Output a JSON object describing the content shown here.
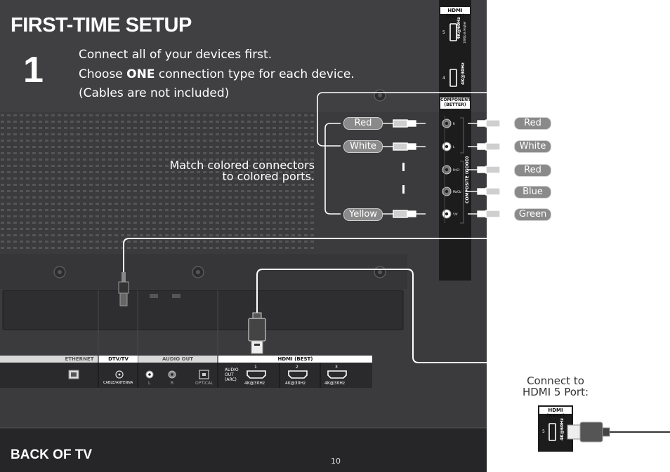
{
  "title": "FIRST-TIME SETUP",
  "step": "1",
  "instructions": {
    "line1": "Connect all of your devices first.",
    "line2_pre": "Choose ",
    "line2_bold": "ONE",
    "line2_post": " connection type for each device.",
    "line3": "(Cables are not included)"
  },
  "match_text": {
    "line1": "Match colored connectors",
    "line2": "to colored ports."
  },
  "back_label": "BACK OF TV",
  "page_number": "10",
  "connect_text": {
    "line1": "Connect to",
    "line2": "HDMI 5 Port:"
  },
  "side_panel": {
    "hdmi_header": "HDMI (BEST)",
    "port5_num": "5",
    "port5_res": "4K@60Hz",
    "port5_sub": "1080p & Higher",
    "port4_num": "4",
    "port4_res": "4K@30Hz",
    "component_header1": "COMPONENT",
    "component_header2": "(BETTER)",
    "composite_label": "COMPOSITE (GOOD)",
    "port_r": "R",
    "port_l": "L",
    "port_pr": "Pr/Cr",
    "port_pb": "Pb/Cb",
    "port_y": "Y/V"
  },
  "left_cables": [
    "Red",
    "White",
    "Yellow"
  ],
  "right_cables": [
    "Red",
    "White",
    "Red",
    "Blue",
    "Green"
  ],
  "bottom_panel": {
    "ethernet": "ETHERNET",
    "dtv": "DTV/TV",
    "audio_out": "AUDIO OUT",
    "hdmi_best": "HDMI (BEST)",
    "cable_antenna": "CABLE/ANTENNA",
    "l": "L",
    "r": "R",
    "optical": "OPTICAL",
    "audio_out_arc1": "AUDIO",
    "audio_out_arc2": "OUT",
    "audio_out_arc3": "(ARC)",
    "hdmi1_num": "1",
    "hdmi2_num": "2",
    "hdmi3_num": "3",
    "hdmi1_res": "4K@30Hz",
    "hdmi2_res": "4K@30Hz",
    "hdmi3_res": "4K@30Hz"
  },
  "inset": {
    "header": "HDMI (BEST)",
    "num": "5",
    "res": "4K@60Hz"
  },
  "colors": {
    "tv_body": "#3b3b3d",
    "panel_dark": "#1c1c1c",
    "label_bar": "#d9d9d9",
    "pill": "#8a8a8a",
    "cable": "#ffffff"
  }
}
